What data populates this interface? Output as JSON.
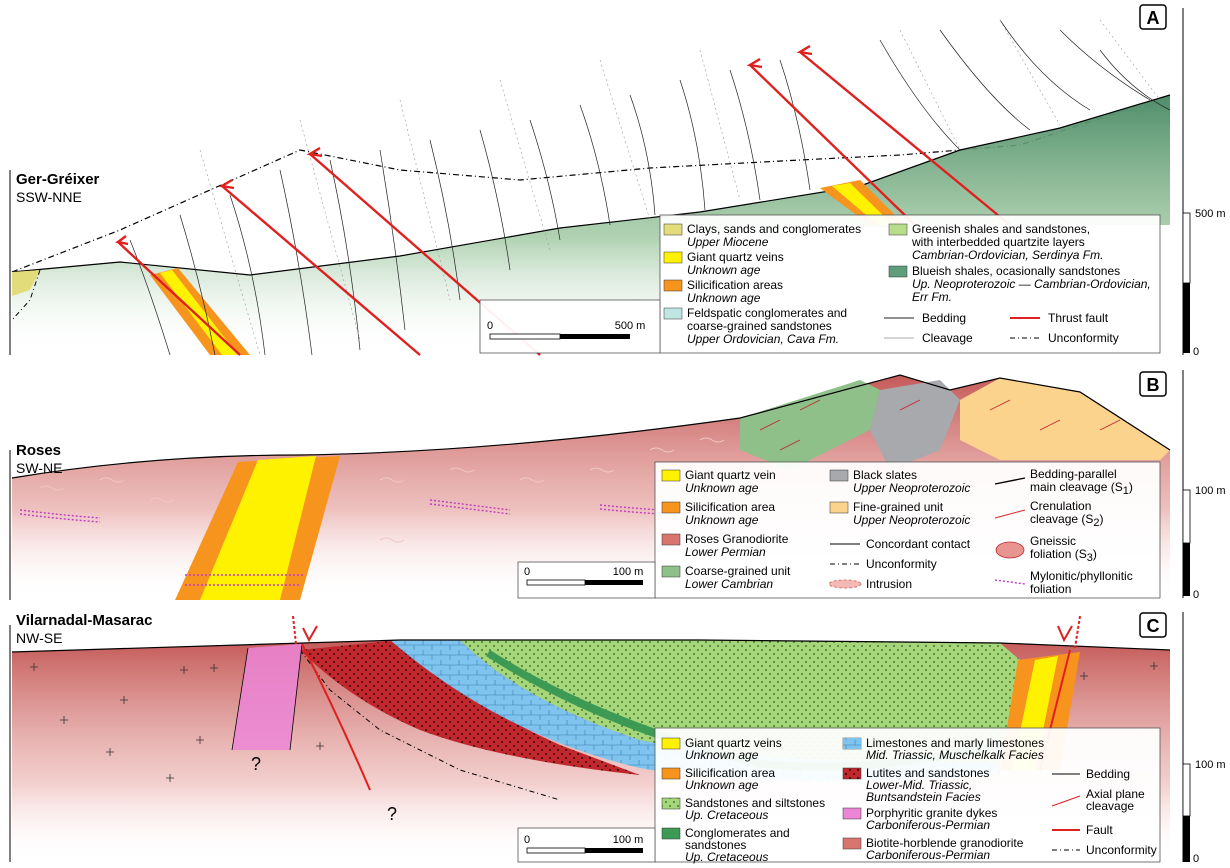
{
  "panel_a": {
    "letter": "A",
    "name": "Ger-Gréixer",
    "direction": "SSW-NNE",
    "scalebar": {
      "start": "0",
      "end": "500 m"
    },
    "vscale": {
      "top": "500 m",
      "bottom": "0"
    },
    "legend": [
      {
        "label": "Clays, sands and conglomerates",
        "age": "Upper Miocene",
        "color": "#e3dc7a"
      },
      {
        "label": "Giant quartz veins",
        "age": "Unknown age",
        "color": "#fff200"
      },
      {
        "label": "Silicification areas",
        "age": "Unknown age",
        "color": "#f7941d"
      },
      {
        "label": "Feldspatic conglomerates and",
        "label2": "coarse-grained sandstones",
        "age": "Upper Ordovician, Cava Fm.",
        "color": "#bfe6e3"
      },
      {
        "label": "Greenish shales and sandstones,",
        "label2": "with interbedded quartzite layers",
        "age": "Cambrian-Ordovician, Serdinya Fm.",
        "color": "#b7dc8c"
      },
      {
        "label": "Blueish shales, ocasionally sandstones",
        "age": "Up. Neoproterozoic — Cambrian-Ordovician,",
        "age2": "Err Fm.",
        "color": "#5f9e7c"
      }
    ],
    "lines": {
      "bedding": "Bedding",
      "cleavage": "Cleavage",
      "thrust": "Thrust fault",
      "unconformity": "Unconformity"
    }
  },
  "panel_b": {
    "letter": "B",
    "name": "Roses",
    "direction": "SW-NE",
    "scalebar": {
      "start": "0",
      "end": "100 m"
    },
    "vscale": {
      "top": "100 m",
      "bottom": "0"
    },
    "legend": [
      {
        "label": "Giant quartz vein",
        "age": "Unknown age",
        "color": "#fff200"
      },
      {
        "label": "Silicification area",
        "age": "Unknown age",
        "color": "#f7941d"
      },
      {
        "label": "Roses Granodiorite",
        "age": "Lower Permian",
        "color": "#d9756f"
      },
      {
        "label": "Coarse-grained unit",
        "age": "Lower Cambrian",
        "color": "#8fc08a"
      },
      {
        "label": "Black slates",
        "age": "Upper Neoproterozoic",
        "color": "#a7a9ac"
      },
      {
        "label": "Fine-grained unit",
        "age": "Upper Neoproterozoic",
        "color": "#fbd38d"
      }
    ],
    "lines": {
      "concordant": "Concordant contact",
      "unconformity": "Unconformity",
      "intrusion": "Intrusion",
      "bedding_main": "Bedding-parallel",
      "bedding_main2": "main cleavage (S",
      "bedding_main_sub": "1",
      "crenulation": "Crenulation",
      "crenulation2": "cleavage (S",
      "crenulation_sub": "2",
      "gneissic": "Gneissic",
      "gneissic2": "foliation (S",
      "gneissic_sub": "3",
      "mylonitic": "Mylonitic/phyllonitic",
      "mylonitic2": "foliation"
    }
  },
  "panel_c": {
    "letter": "C",
    "name": "Vilarnadal-Masarac",
    "direction": "NW-SE",
    "question": "?",
    "scalebar": {
      "start": "0",
      "end": "100 m"
    },
    "vscale": {
      "top": "100 m",
      "bottom": "0"
    },
    "legend": [
      {
        "label": "Giant quartz veins",
        "age": "Unknown age",
        "color": "#fff200"
      },
      {
        "label": "Silicification area",
        "age": "Unknown age",
        "color": "#f7941d"
      },
      {
        "label": "Sandstones and siltstones",
        "age": "Up. Cretaceous",
        "color": "#a5d67a"
      },
      {
        "label": "Conglomerates and",
        "label2": "sandstones",
        "age": "Up. Cretaceous",
        "color": "#3d9a55"
      },
      {
        "label": "Limestones and marly limestones",
        "age": "Mid. Triassic, Muschelkalk Facies",
        "color": "#7fc3ef"
      },
      {
        "label": "Lutites and sandstones",
        "age": "Lower-Mid. Triassic,",
        "age2": "Buntsandstein Facies",
        "color": "#c1272d"
      },
      {
        "label": "Porphyritic granite dykes",
        "age": "Carboniferous-Permian",
        "color": "#ec85d6"
      },
      {
        "label": "Biotite-horblende granodiorite",
        "age": "Carboniferous-Permian",
        "color": "#d9756f"
      }
    ],
    "lines": {
      "bedding": "Bedding",
      "axial": "Axial plane",
      "axial2": "cleavage",
      "fault": "Fault",
      "unconformity": "Unconformity"
    }
  }
}
